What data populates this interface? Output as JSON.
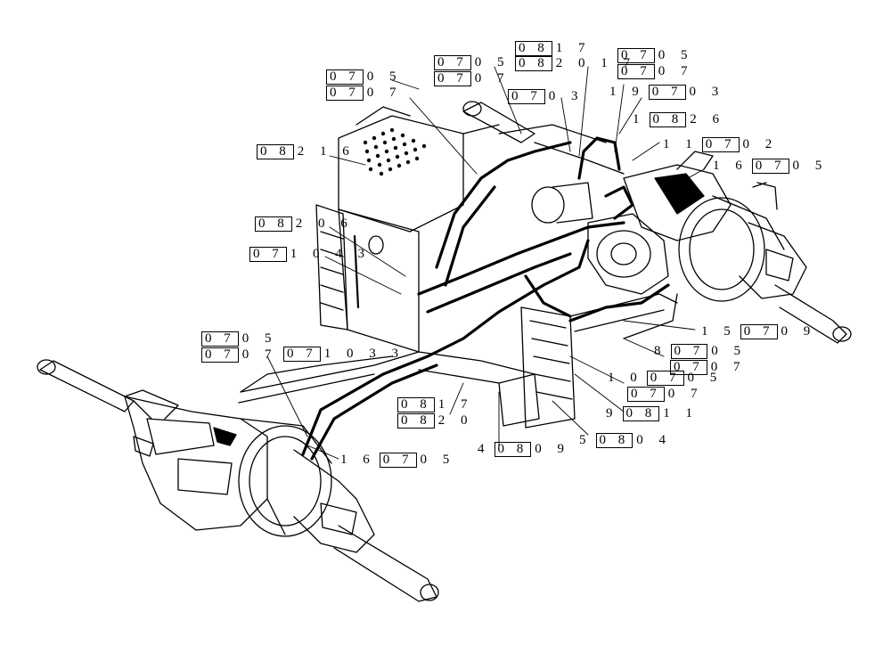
{
  "callouts": [
    {
      "id": "c1",
      "box": "0 8",
      "rest": "1 7",
      "num": ""
    },
    {
      "id": "c2",
      "box": "0 8",
      "rest": "2 0 1 7",
      "num": ""
    },
    {
      "id": "c3",
      "box": "0 7",
      "rest": "0 5",
      "num": ""
    },
    {
      "id": "c4",
      "box": "0 7",
      "rest": "0 7",
      "num": ""
    },
    {
      "id": "c5",
      "box": "0 7",
      "rest": "0 5",
      "num": ""
    },
    {
      "id": "c6",
      "box": "0 7",
      "rest": "0 7",
      "num": ""
    },
    {
      "id": "c7",
      "box": "0 7",
      "rest": "0 5",
      "num": ""
    },
    {
      "id": "c8",
      "box": "0 7",
      "rest": "0 7",
      "num": ""
    },
    {
      "id": "c9",
      "box": "0 7",
      "rest": "0 3",
      "num": ""
    },
    {
      "id": "c10",
      "box": "0 7",
      "rest": "0 3",
      "num": "1 9"
    },
    {
      "id": "c11",
      "box": "0 8",
      "rest": "2 6",
      "num": "1"
    },
    {
      "id": "c12",
      "box": "0 7",
      "rest": "0 2",
      "num": "1 1"
    },
    {
      "id": "c13",
      "box": "0 7",
      "rest": "0 5",
      "num": "1 6"
    },
    {
      "id": "c14",
      "box": "0 8",
      "rest": "2 1 6",
      "num": ""
    },
    {
      "id": "c15",
      "box": "0 8",
      "rest": "2 0 6",
      "num": ""
    },
    {
      "id": "c16",
      "box": "0 7",
      "rest": "1 0 4 3",
      "num": ""
    },
    {
      "id": "c17",
      "box": "0 7",
      "rest": "0 9",
      "num": "1 5"
    },
    {
      "id": "c18",
      "box": "0 7",
      "rest": "0 5",
      "num": "8"
    },
    {
      "id": "c19",
      "box": "0 7",
      "rest": "0 7",
      "num": ""
    },
    {
      "id": "c20",
      "box": "0 7",
      "rest": "0 5",
      "num": ""
    },
    {
      "id": "c21",
      "box": "0 7",
      "rest": "0 7",
      "num": ""
    },
    {
      "id": "c22",
      "box": "0 7",
      "rest": "1 0 3 3",
      "num": ""
    },
    {
      "id": "c23",
      "box": "0 7",
      "rest": "0 5",
      "num": "1 0"
    },
    {
      "id": "c24",
      "box": "0 7",
      "rest": "0 7",
      "num": ""
    },
    {
      "id": "c25",
      "box": "0 8",
      "rest": "1 7",
      "num": ""
    },
    {
      "id": "c26",
      "box": "0 8",
      "rest": "2 0",
      "num": ""
    },
    {
      "id": "c27",
      "box": "0 8",
      "rest": "1 1",
      "num": "9"
    },
    {
      "id": "c28",
      "box": "0 8",
      "rest": "0 9",
      "num": "4"
    },
    {
      "id": "c29",
      "box": "0 8",
      "rest": "0 4",
      "num": "5"
    },
    {
      "id": "c30",
      "box": "0 7",
      "rest": "0 5",
      "num": "1 6"
    }
  ]
}
